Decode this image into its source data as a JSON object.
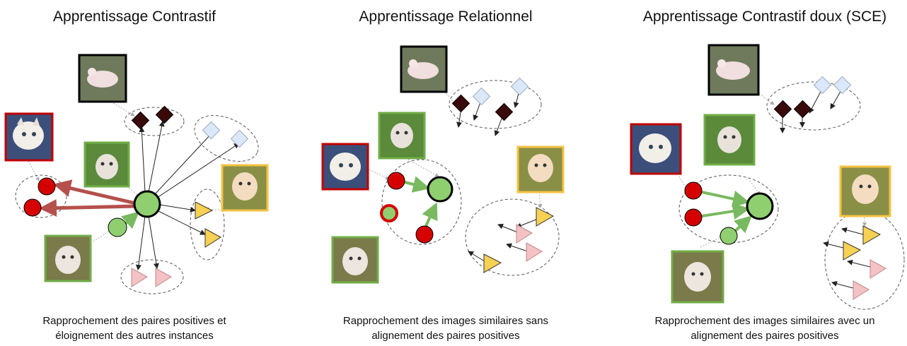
{
  "panels": [
    {
      "title": "Apprentissage Contrastif",
      "caption_lines": [
        "Rapprochement des paires positives et",
        "éloignement des autres instances"
      ]
    },
    {
      "title": "Apprentissage Relationnel",
      "caption_lines": [
        "Rapprochement des images similaires sans",
        "alignement des paires positives"
      ]
    },
    {
      "title": "Apprentissage Contrastif doux (SCE)",
      "caption_lines": [
        "Rapprochement des images similaires avec un",
        "alignement des paires positives"
      ]
    }
  ],
  "colors": {
    "anchor_green": "#8fcf70",
    "negative_red": "#d50000",
    "diamond_dark": "#3a0a0a",
    "diamond_light": "#dbe8fa",
    "triangle_yellow": "#f7d154",
    "triangle_pink": "#f4c2c4",
    "pull_arrow_green": "#79b960",
    "push_arrow_red": "#b5504c",
    "frame_red": "#c00000",
    "frame_green": "#70ad47",
    "frame_black": "#000000",
    "frame_yellow": "#f5c242"
  },
  "image_icons": [
    "axolotl-image",
    "kitten-image",
    "kitten-image",
    "kitten-image",
    "puppy-image"
  ]
}
